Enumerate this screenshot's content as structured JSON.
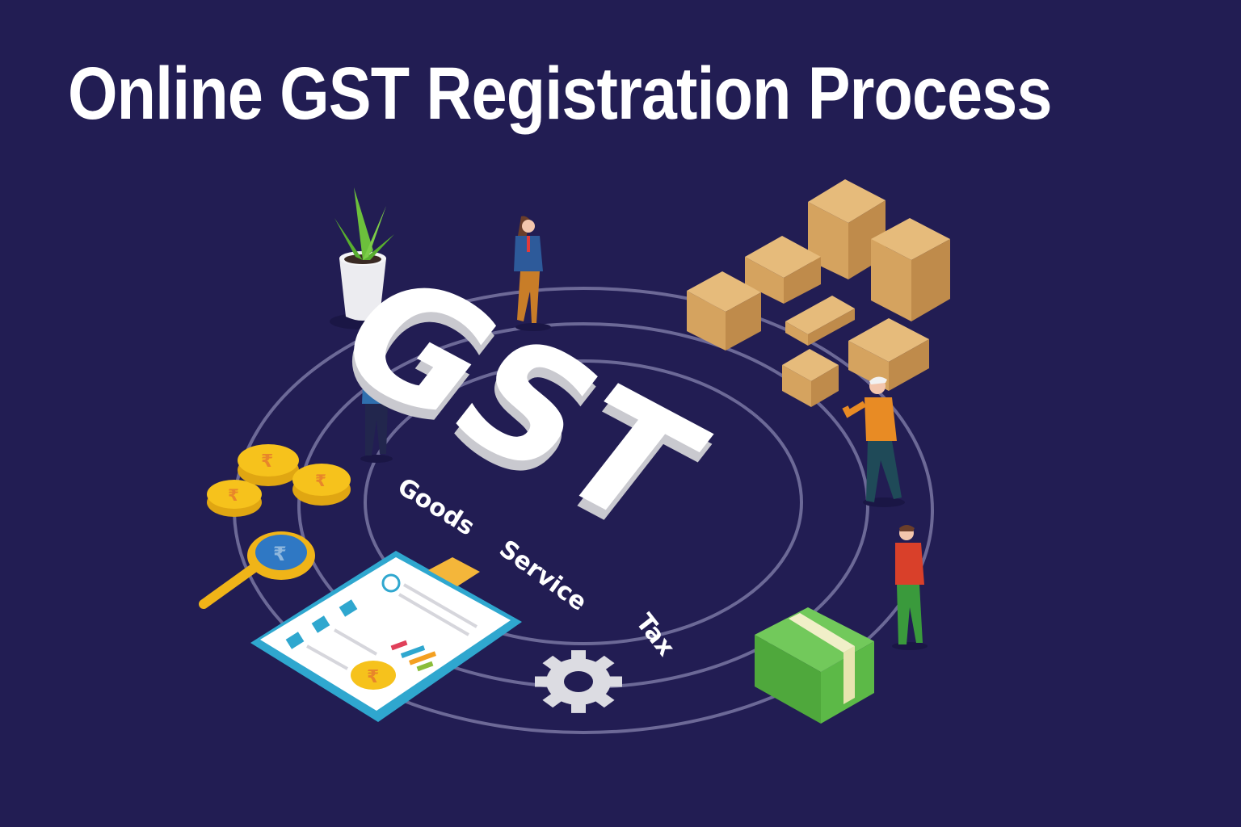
{
  "header": {
    "title": "Online GST Registration Process"
  },
  "illustration": {
    "center_acronym": "GST",
    "letters": [
      "G",
      "S",
      "T"
    ],
    "ring_labels": [
      "Goods",
      "Service",
      "Tax"
    ],
    "objects": [
      "plant-pot-icon",
      "woman-walking-figure",
      "businessman-figure",
      "cardboard-boxes-icon",
      "older-man-with-phone-figure",
      "man-with-phone-figure",
      "rupee-coins-icon",
      "magnifier-rupee-icon",
      "clipboard-report-icon",
      "gear-icon",
      "cash-stack-icon"
    ]
  },
  "colors": {
    "background": "#221d53",
    "ring": "#7a77a3",
    "letter_face": "#ffffff",
    "letter_side": "#c9c9cf",
    "gold": "#f6c21c",
    "box": "#d9a762",
    "cash": "#5fbf4a",
    "clipboard_frame": "#2fa7cf",
    "clipboard_clip": "#f4b63a"
  }
}
